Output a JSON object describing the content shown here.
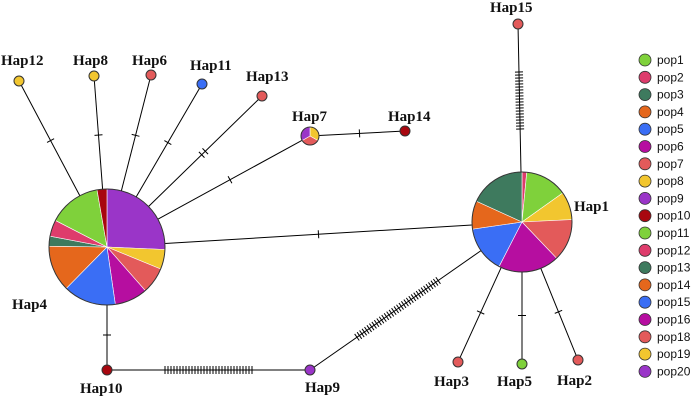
{
  "colors": {
    "pop1": "#7fd13b",
    "pop2": "#de3c6c",
    "pop3": "#3e7a5e",
    "pop4": "#e5671c",
    "pop5": "#3a6ef5",
    "pop6": "#b60ea0",
    "pop7": "#e35a5a",
    "pop8": "#f2c62f",
    "pop9": "#9a35c8",
    "pop10": "#a8070f",
    "pop11": "#7fd13b",
    "pop12": "#de3c6c",
    "pop13": "#3e7a5e",
    "pop14": "#e5671c",
    "pop15": "#3a6ef5",
    "pop16": "#b60ea0",
    "pop18": "#e35a5a",
    "pop19": "#f2c62f",
    "pop20": "#9a35c8"
  },
  "legend": [
    "pop1",
    "pop2",
    "pop3",
    "pop4",
    "pop5",
    "pop6",
    "pop7",
    "pop8",
    "pop9",
    "pop10",
    "pop11",
    "pop12",
    "pop13",
    "pop14",
    "pop15",
    "pop16",
    "pop18",
    "pop19",
    "pop20"
  ],
  "haplotypes": [
    {
      "id": "Hap4",
      "label": "Hap4",
      "composition": [
        [
          "pop9",
          14
        ],
        [
          "pop8",
          3
        ],
        [
          "pop7",
          4
        ],
        [
          "pop6",
          5
        ],
        [
          "pop5",
          8
        ],
        [
          "pop4",
          7
        ],
        [
          "pop3",
          1.5
        ],
        [
          "pop2",
          2.5
        ],
        [
          "pop1",
          8
        ],
        [
          "pop10",
          1.5
        ]
      ]
    },
    {
      "id": "Hap1",
      "label": "Hap1",
      "composition": [
        [
          "pop2",
          1
        ],
        [
          "pop1",
          9
        ],
        [
          "pop8",
          6
        ],
        [
          "pop7",
          9
        ],
        [
          "pop6",
          13
        ],
        [
          "pop5",
          10
        ],
        [
          "pop4",
          6
        ],
        [
          "pop3",
          12
        ]
      ]
    },
    {
      "id": "Hap7",
      "label": "Hap7",
      "composition": [
        [
          "pop8",
          1
        ],
        [
          "pop7",
          1
        ],
        [
          "pop9",
          1
        ]
      ]
    },
    {
      "id": "Hap15",
      "label": "Hap15",
      "composition": [
        [
          "pop7",
          1
        ]
      ]
    },
    {
      "id": "Hap12",
      "label": "Hap12",
      "composition": [
        [
          "pop8",
          1
        ]
      ]
    },
    {
      "id": "Hap8",
      "label": "Hap8",
      "composition": [
        [
          "pop8",
          1
        ]
      ]
    },
    {
      "id": "Hap6",
      "label": "Hap6",
      "composition": [
        [
          "pop7",
          1
        ]
      ]
    },
    {
      "id": "Hap11",
      "label": "Hap11",
      "composition": [
        [
          "pop5",
          1
        ]
      ]
    },
    {
      "id": "Hap13",
      "label": "Hap13",
      "composition": [
        [
          "pop7",
          1
        ]
      ]
    },
    {
      "id": "Hap14",
      "label": "Hap14",
      "composition": [
        [
          "pop10",
          1
        ]
      ]
    },
    {
      "id": "Hap10",
      "label": "Hap10",
      "composition": [
        [
          "pop10",
          1
        ]
      ]
    },
    {
      "id": "Hap9",
      "label": "Hap9",
      "composition": [
        [
          "pop9",
          1
        ]
      ]
    },
    {
      "id": "Hap3",
      "label": "Hap3",
      "composition": [
        [
          "pop7",
          1
        ]
      ]
    },
    {
      "id": "Hap5",
      "label": "Hap5",
      "composition": [
        [
          "pop1",
          1
        ]
      ]
    },
    {
      "id": "Hap2",
      "label": "Hap2",
      "composition": [
        [
          "pop7",
          1
        ]
      ]
    }
  ],
  "edges": [
    {
      "from": "Hap4",
      "to": "Hap12",
      "mutations": 1
    },
    {
      "from": "Hap4",
      "to": "Hap8",
      "mutations": 1
    },
    {
      "from": "Hap4",
      "to": "Hap6",
      "mutations": 1
    },
    {
      "from": "Hap4",
      "to": "Hap11",
      "mutations": 1
    },
    {
      "from": "Hap4",
      "to": "Hap13",
      "mutations": 2
    },
    {
      "from": "Hap4",
      "to": "Hap7",
      "mutations": 1
    },
    {
      "from": "Hap7",
      "to": "Hap14",
      "mutations": 1
    },
    {
      "from": "Hap4",
      "to": "Hap1",
      "mutations": 1
    },
    {
      "from": "Hap4",
      "to": "Hap10",
      "mutations": 1
    },
    {
      "from": "Hap10",
      "to": "Hap9",
      "mutations": 30
    },
    {
      "from": "Hap9",
      "to": "Hap1",
      "mutations": 34
    },
    {
      "from": "Hap1",
      "to": "Hap15",
      "mutations": 20
    },
    {
      "from": "Hap1",
      "to": "Hap3",
      "mutations": 1
    },
    {
      "from": "Hap1",
      "to": "Hap5",
      "mutations": 1
    },
    {
      "from": "Hap1",
      "to": "Hap2",
      "mutations": 1
    }
  ]
}
